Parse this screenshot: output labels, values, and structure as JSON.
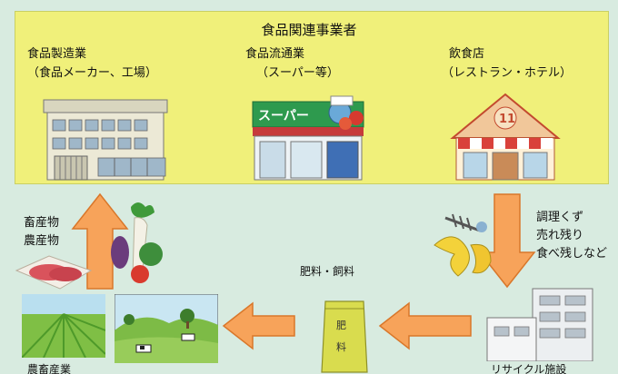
{
  "title": "食品関連事業者",
  "categories": [
    {
      "name": "食品製造業",
      "detail": "（食品メーカー、工場）"
    },
    {
      "name": "食品流通業",
      "detail": "（スーパー等）"
    },
    {
      "name": "飲食店",
      "detail": "（レストラン・ホテル）"
    }
  ],
  "supermarket_sign": "スーパー",
  "restaurant_sign": "11",
  "products_label": [
    "畜産物",
    "農産物"
  ],
  "waste_label": [
    "調理くず",
    "売れ残り",
    "食べ残しなど"
  ],
  "fertilizer_label": "肥料・飼料",
  "bag_label": [
    "肥",
    "料"
  ],
  "farming_label": "農畜産業",
  "recycling_label": "リサイクル施設",
  "colors": {
    "panel": "#f0f07a",
    "background": "#d8ebe0",
    "arrow_fill": "#f7a35a",
    "arrow_stroke": "#d9772a"
  }
}
